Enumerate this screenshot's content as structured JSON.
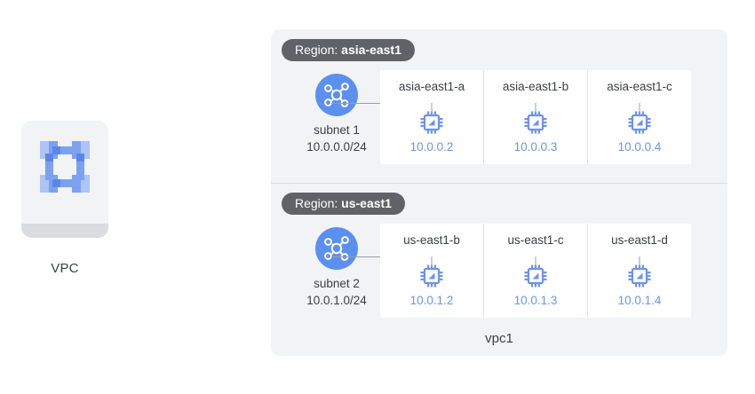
{
  "vpc_product": {
    "icon_name": "vpc-network-icon",
    "caption": "VPC"
  },
  "network": {
    "name": "vpc1",
    "regions": [
      {
        "label_prefix": "Region:",
        "name": "asia-east1",
        "subnet": {
          "icon_name": "subnet-hub-icon",
          "name": "subnet 1",
          "cidr": "10.0.0.0/24"
        },
        "zones": [
          {
            "label": "asia-east1-a",
            "vm_icon": "cpu-chip-icon",
            "ip": "10.0.0.2"
          },
          {
            "label": "asia-east1-b",
            "vm_icon": "cpu-chip-icon",
            "ip": "10.0.0.3"
          },
          {
            "label": "asia-east1-c",
            "vm_icon": "cpu-chip-icon",
            "ip": "10.0.0.4"
          }
        ]
      },
      {
        "label_prefix": "Region:",
        "name": "us-east1",
        "subnet": {
          "icon_name": "subnet-hub-icon",
          "name": "subnet 2",
          "cidr": "10.0.1.0/24"
        },
        "zones": [
          {
            "label": "us-east1-b",
            "vm_icon": "cpu-chip-icon",
            "ip": "10.0.1.2"
          },
          {
            "label": "us-east1-c",
            "vm_icon": "cpu-chip-icon",
            "ip": "10.0.1.3"
          },
          {
            "label": "us-east1-d",
            "vm_icon": "cpu-chip-icon",
            "ip": "10.0.1.4"
          }
        ]
      }
    ]
  },
  "colors": {
    "container_bg": "#f1f3f4",
    "region_pill_bg": "#5f6368",
    "subnet_circle": "#5b8ff0",
    "vm_icon": "#6b93ef",
    "ip_text": "#6b93ef",
    "text": "#3c4043",
    "connector": "#9aa0a6"
  }
}
